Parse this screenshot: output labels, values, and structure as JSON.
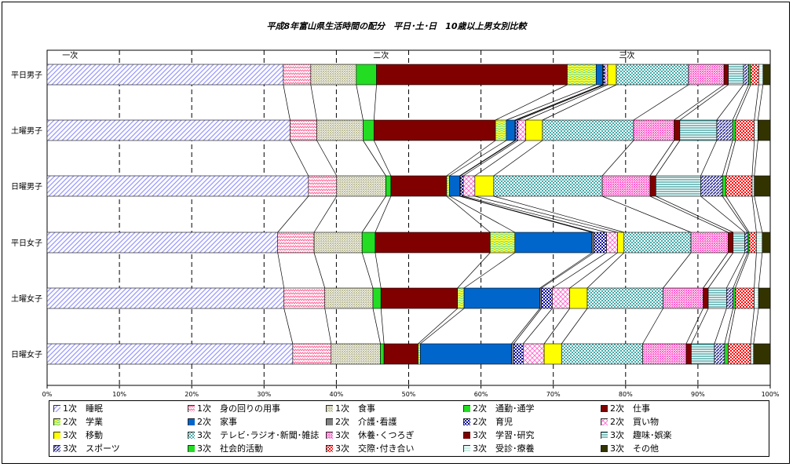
{
  "chart_data": {
    "type": "bar",
    "orientation": "horizontal",
    "stacked": "percent",
    "title": "平成8年富山県生活時間の配分　平日･土･日　10歳以上男女別比較",
    "xlim": [
      0,
      100
    ],
    "x_tick_labels": [
      "0%",
      "10%",
      "20%",
      "30%",
      "40%",
      "50%",
      "60%",
      "70%",
      "80%",
      "90%",
      "100%"
    ],
    "grid": "vertical dashed",
    "groups": [
      {
        "label": "一次",
        "at": 1
      },
      {
        "label": "二次",
        "at": 44
      },
      {
        "label": "三次",
        "at": 78
      }
    ],
    "categories": [
      "平日男子",
      "土曜男子",
      "日曜男子",
      "平日女子",
      "土曜女子",
      "日曜女子"
    ],
    "series": [
      {
        "name": "1次　睡眠",
        "color": "#9999ff",
        "pattern": "diag",
        "values": [
          32.7,
          33.6,
          36.1,
          31.7,
          32.5,
          33.9
        ]
      },
      {
        "name": "1次　身の回りの用事",
        "color": "#ff6699",
        "pattern": "wave",
        "values": [
          3.8,
          3.7,
          3.9,
          5.0,
          5.6,
          5.3
        ]
      },
      {
        "name": "1次　食事",
        "color": "#c0c0a0",
        "pattern": "dots",
        "values": [
          6.3,
          6.4,
          6.8,
          6.6,
          6.6,
          6.8
        ]
      },
      {
        "name": "2次　通勤･通学",
        "color": "#22dd22",
        "pattern": "solid",
        "values": [
          2.8,
          1.5,
          0.7,
          1.8,
          1.1,
          0.5
        ]
      },
      {
        "name": "2次　仕事",
        "color": "#800000",
        "pattern": "solid",
        "values": [
          26.4,
          16.8,
          7.7,
          15.8,
          10.5,
          4.7
        ]
      },
      {
        "name": "2次　学業",
        "color": "#ffff33",
        "pattern": "scales",
        "values": [
          4.0,
          1.5,
          0.4,
          3.4,
          0.9,
          0.3
        ]
      },
      {
        "name": "2次　家事",
        "color": "#0066cc",
        "pattern": "solid",
        "values": [
          0.9,
          1.2,
          1.4,
          10.6,
          10.4,
          12.6
        ]
      },
      {
        "name": "2次　介護･看護",
        "color": "#808080",
        "pattern": "solid",
        "values": [
          0.1,
          0.1,
          0.1,
          0.3,
          0.2,
          0.3
        ]
      },
      {
        "name": "2次　育児",
        "color": "#000099",
        "pattern": "checks",
        "values": [
          0.2,
          0.3,
          0.4,
          1.7,
          1.5,
          1.3
        ]
      },
      {
        "name": "2次　買い物",
        "color": "#ff66cc",
        "pattern": "cross",
        "values": [
          0.4,
          1.1,
          1.6,
          1.5,
          2.4,
          2.9
        ]
      },
      {
        "name": "3次　移動",
        "color": "#ffff00",
        "pattern": "solid",
        "values": [
          1.2,
          2.3,
          2.6,
          0.9,
          2.4,
          2.4
        ]
      },
      {
        "name": "3次　テレビ･ラジオ･新聞･雑誌",
        "color": "#44aaaa",
        "pattern": "checks",
        "values": [
          10.0,
          12.6,
          15.0,
          9.2,
          10.4,
          11.2
        ]
      },
      {
        "name": "3次　休養･くつろぎ",
        "color": "#ff66cc",
        "pattern": "dots",
        "values": [
          4.9,
          5.6,
          6.6,
          5.1,
          5.5,
          6.0
        ]
      },
      {
        "name": "3次　学習･研究",
        "color": "#800000",
        "pattern": "solid",
        "values": [
          0.6,
          0.8,
          0.8,
          0.7,
          0.7,
          0.7
        ]
      },
      {
        "name": "3次　趣味･娯楽",
        "color": "#008080",
        "pattern": "hlines",
        "values": [
          2.1,
          5.1,
          6.2,
          1.6,
          2.5,
          3.2
        ]
      },
      {
        "name": "3次　スポーツ",
        "color": "#333399",
        "pattern": "diagdense",
        "values": [
          0.7,
          2.2,
          3.0,
          0.4,
          0.9,
          1.4
        ]
      },
      {
        "name": "3次　社会的活動",
        "color": "#22dd22",
        "pattern": "solid",
        "values": [
          0.3,
          0.4,
          0.5,
          0.2,
          0.3,
          0.5
        ]
      },
      {
        "name": "3次　交際･付き合い",
        "color": "#ff0000",
        "pattern": "checks",
        "values": [
          1.1,
          2.6,
          3.6,
          1.0,
          2.6,
          3.1
        ]
      },
      {
        "name": "3次　受診･療養",
        "color": "#99ddcc",
        "pattern": "hlines",
        "values": [
          0.6,
          0.5,
          0.3,
          0.8,
          0.6,
          0.4
        ]
      },
      {
        "name": "3次　その他",
        "color": "#333300",
        "pattern": "solid",
        "values": [
          1.0,
          1.7,
          2.2,
          1.1,
          1.6,
          2.3
        ]
      }
    ],
    "legend_position": "bottom",
    "legend_columns": 5
  }
}
